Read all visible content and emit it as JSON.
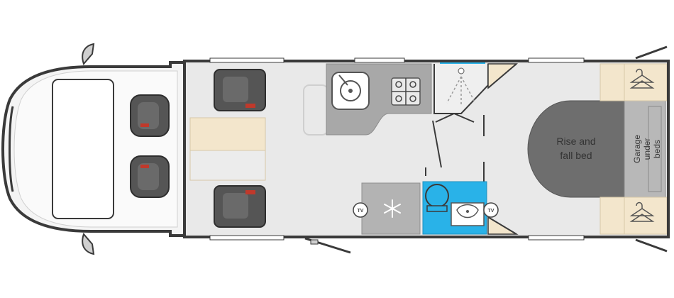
{
  "labels": {
    "bed": [
      "Rise and",
      "fall bed"
    ],
    "garage": [
      "Garage",
      "under",
      "beds"
    ],
    "tv": "TV"
  },
  "colors": {
    "wall": "#3a3a3a",
    "floor": "#e9e9e9",
    "cab": "#ffffff",
    "bed": "#6e6e6e",
    "table": "#f3e6cc",
    "shower_blue": "#29b2e8",
    "fridge": "#b3b3b3",
    "worktop": "#a8a8a8",
    "seat": "#555555",
    "wardrobe": "#f3e6cc"
  },
  "icons": {
    "fridge": "snowflake-icon",
    "wardrobe": "coat-hanger-icon",
    "hob": "hob-burners-icon",
    "sink": "sink-icon",
    "shower": "shower-spray-icon",
    "tv": "tv-icon"
  }
}
